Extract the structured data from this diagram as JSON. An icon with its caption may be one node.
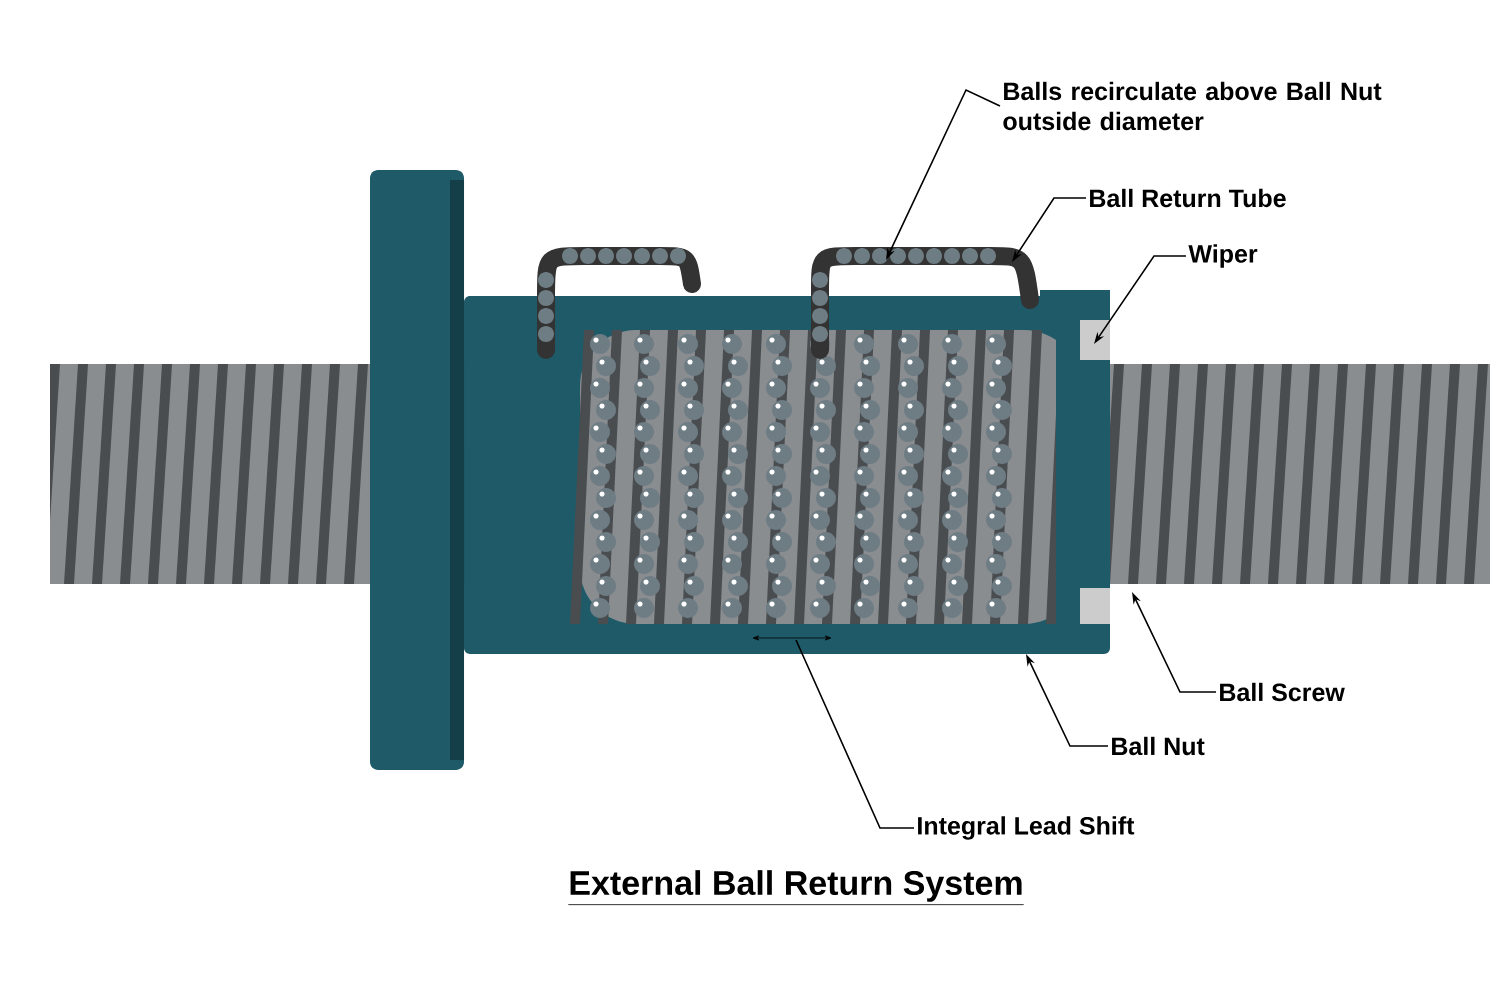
{
  "diagram": {
    "title": "External Ball Return System",
    "nodes": [
      {
        "text": [
          "Balls recirculate above Ball Nut outside diameter"
        ]
      },
      {
        "text": [
          "Ball Return Tube"
        ]
      },
      {
        "text": [
          "Wiper"
        ]
      },
      {
        "text": [
          "Ball Screw"
        ]
      },
      {
        "text": [
          "Ball Nut"
        ]
      },
      {
        "text": [
          "Integral Lead Shift"
        ]
      }
    ],
    "edges": [
      {
        "from": 0,
        "to": null,
        "arrow": "to"
      },
      {
        "from": 1,
        "to": null,
        "arrow": "to"
      },
      {
        "from": 2,
        "to": null,
        "arrow": "to"
      },
      {
        "from": 3,
        "to": null,
        "arrow": "to"
      },
      {
        "from": 4,
        "to": null,
        "arrow": "to"
      },
      {
        "from": 5,
        "to": null,
        "arrow": "none"
      }
    ]
  }
}
